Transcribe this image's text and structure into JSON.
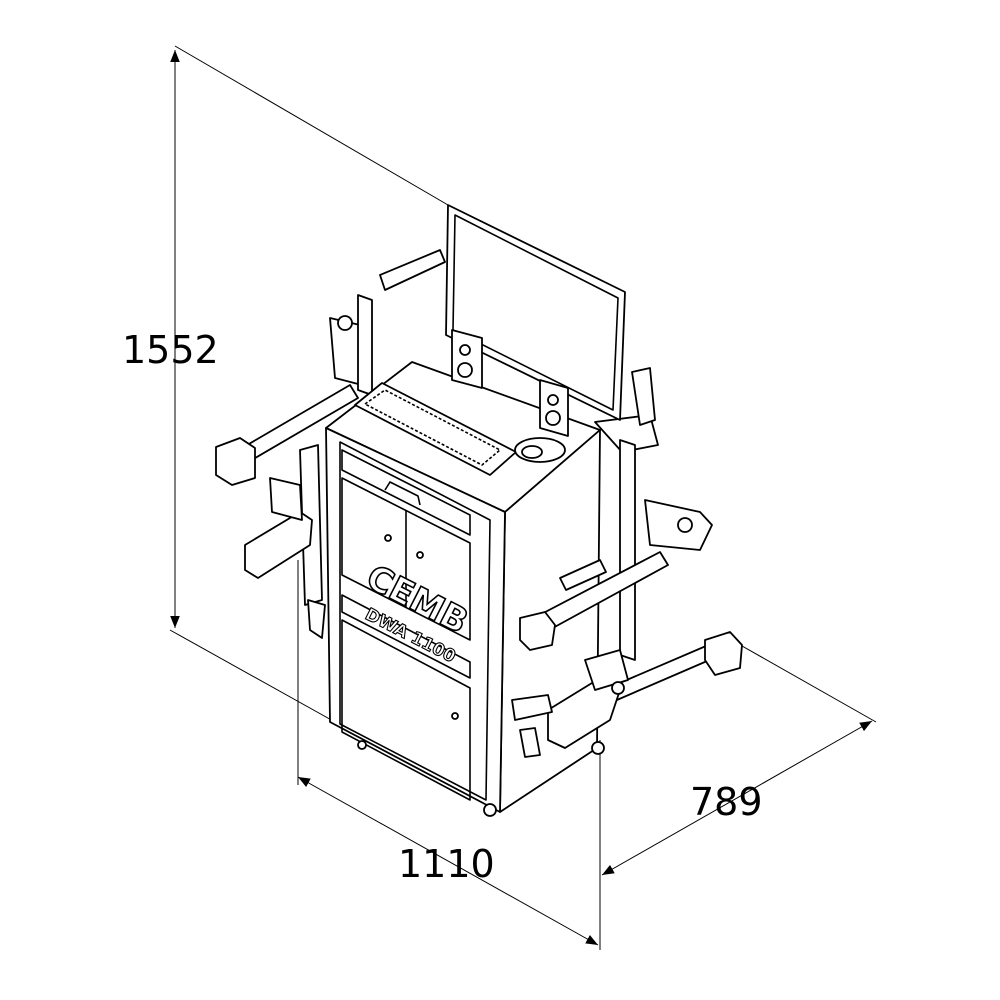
{
  "dimensions": {
    "height": "1552",
    "width": "1110",
    "depth": "789"
  },
  "product": {
    "brand": "CEMB",
    "model": "DWA 1100"
  }
}
